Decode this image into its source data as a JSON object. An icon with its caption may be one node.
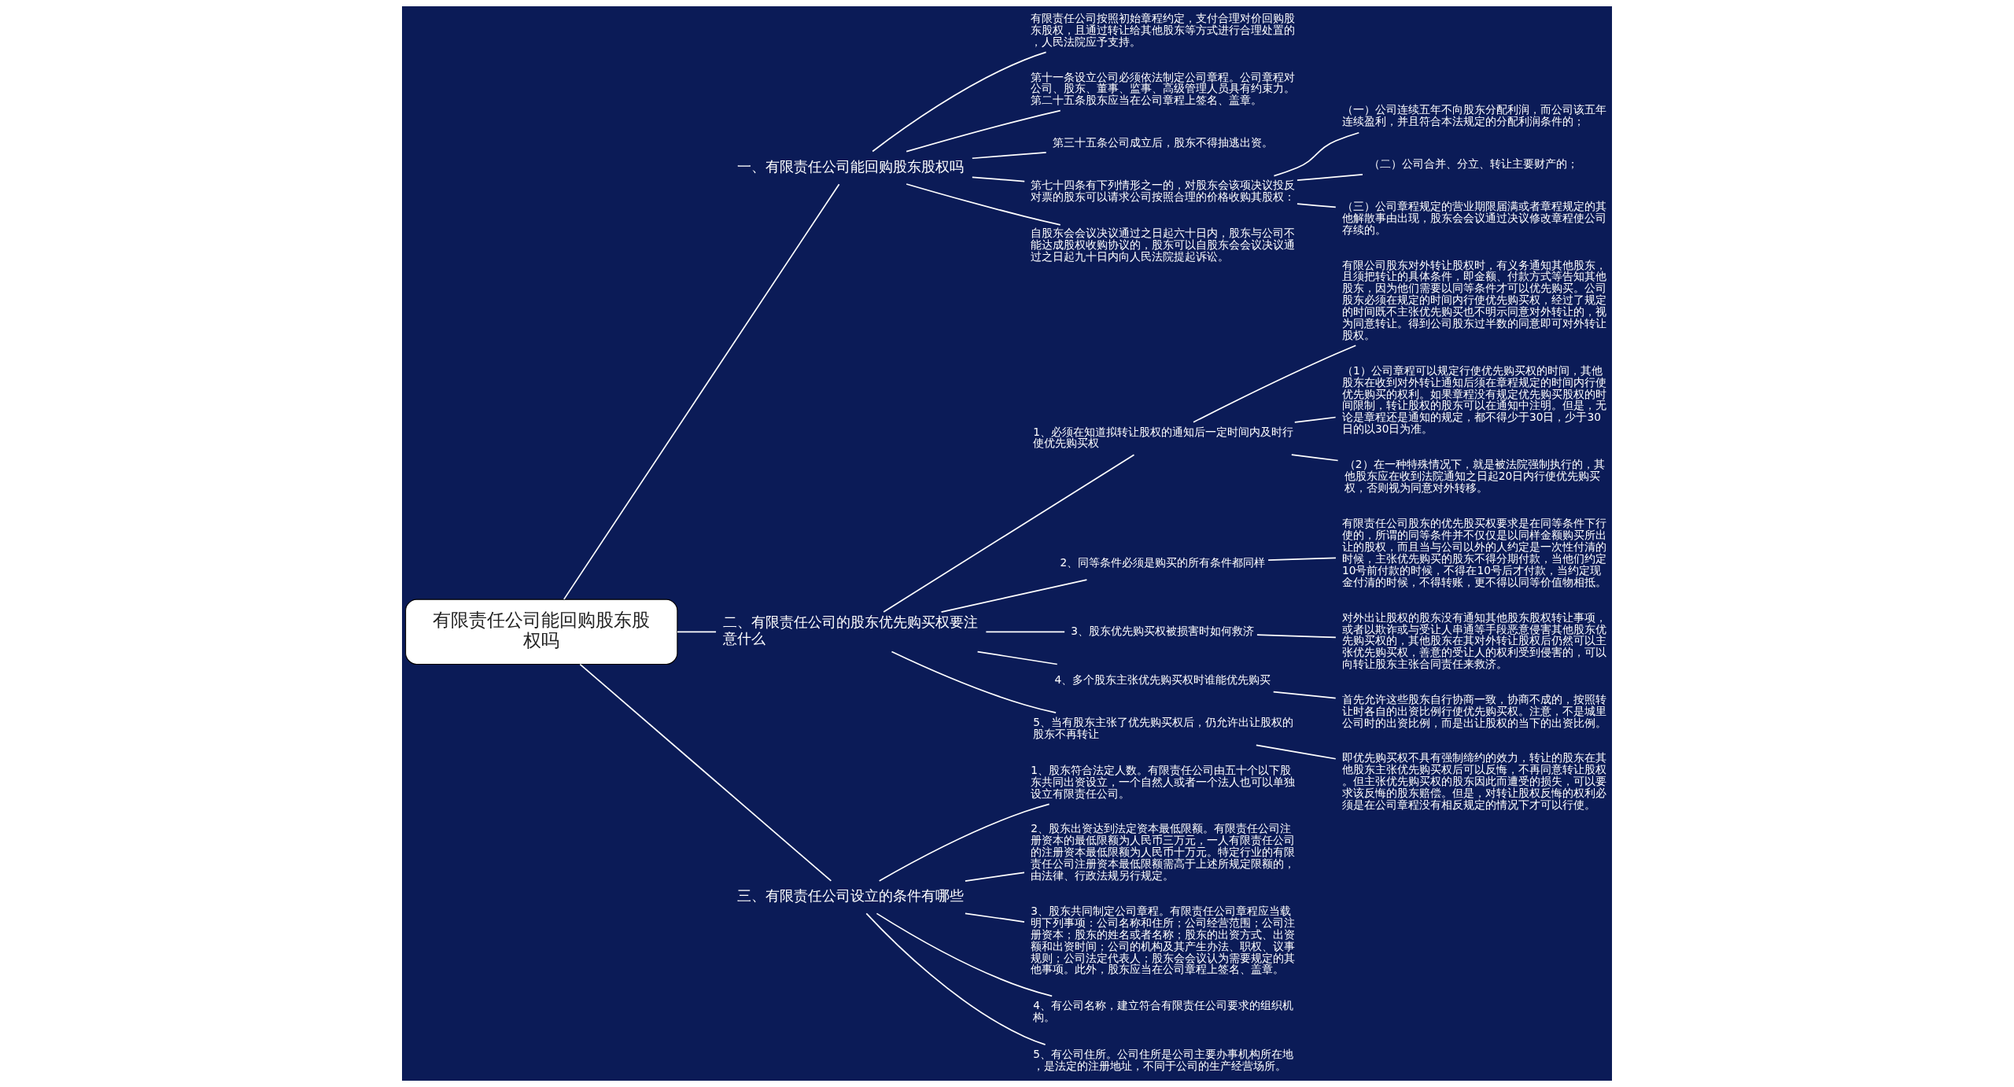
{
  "diagram": {
    "nodes": [
      {
        "text": [
          "有限责任公司能回购股东股权吗"
        ]
      },
      {
        "text": [
          "一、有限责任公司能回购股东股权吗"
        ]
      },
      {
        "text": [
          "有限责任公司按照初始章程约定，支付合理对价回购股东股权，且通过转让给其他股东等方式进行合理处置的，人民法院应予支持。"
        ]
      },
      {
        "text": [
          "第十一条设立公司必须依法制定公司章程。公司章程对公司、股东、董事、监事、高级管理人员具有约束力。第二十五条股东应当在公司章程上签名、盖章。"
        ]
      },
      {
        "text": [
          "第三十五条公司成立后，股东不得抽逃出资。"
        ]
      },
      {
        "text": [
          "第七十四条有下列情形之一的，对股东会该项决议投反对票的股东可以请求公司按照合理的价格收购其股权："
        ]
      },
      {
        "text": [
          "（一）公司连续五年不向股东分配利润，而公司该五年连续盈利，并且符合本法规定的分配利润条件的；"
        ]
      },
      {
        "text": [
          "（二）公司合并、分立、转让主要财产的；"
        ]
      },
      {
        "text": [
          "（三）公司章程规定的营业期限届满或者章程规定的其他解散事由出现，股东会会议通过决议修改章程使公司存续的。"
        ]
      },
      {
        "text": [
          "自股东会会议决议通过之日起六十日内，股东与公司不能达成股权收购协议的，股东可以自股东会会议决议通过之日起九十日内向人民法院提起诉讼。"
        ]
      },
      {
        "text": [
          "二、有限责任公司的股东优先购买权要注意什么"
        ]
      },
      {
        "text": [
          "1、必须在知道拟转让股权的通知后一定时间内及时行使优先购买权"
        ]
      },
      {
        "text": [
          "有限公司股东对外转让股权时，有义务通知其他股东，且须把转让的具体条件，即金额、付款方式等告知其他股东，因为他们需要以同等条件才可以优先购买。公司股东必须在规定的时间内行使优先购买权，经过了规定的时间既不主张优先购买也不明示同意对外转让的，视为同意转让。得到公司股东过半数的同意即可对外转让股权。"
        ]
      },
      {
        "text": [
          "（1）公司章程可以规定行使优先购买权的时间，其他股东在收到对外转让通知后须在章程规定的时间内行使优先购买的权利。如果章程没有规定优先购买股权的时间限制，转让股权的股东可以在通知中注明。但是，无论是章程还是通知的规定，都不得少于30日，少于30日的以30日为准。"
        ]
      },
      {
        "text": [
          "（2）在一种特殊情况下，就是被法院强制执行的，其他股东应在收到法院通知之日起20日内行使优先购买权，否则视为同意对外转移。"
        ]
      },
      {
        "text": [
          "2、同等条件必须是购买的所有条件都同样"
        ]
      },
      {
        "text": [
          "有限责任公司股东的优先股买权要求是在同等条件下行使的，所谓的同等条件并不仅仅是以同样金额购买所出让的股权，而且当与公司以外的人约定是一次性付清的时候，主张优先购买的股东不得分期付款，当他们约定10号前付款的时候，不得在10号后才付款，当约定现金付清的时候，不得转账，更不得以同等价值物相抵。"
        ]
      },
      {
        "text": [
          "3、股东优先购买权被损害时如何救济"
        ]
      },
      {
        "text": [
          "对外出让股权的股东没有通知其他股东股权转让事项，或者以欺诈或与受让人串通等手段恶意侵害其他股东优先购买权的，其他股东在其对外转让股权后仍然可以主张优先购买权，善意的受让人的权利受到侵害的，可以向转让股东主张合同责任来救济。"
        ]
      },
      {
        "text": [
          "4、多个股东主张优先购买权时谁能优先购买"
        ]
      },
      {
        "text": [
          "首先允许这些股东自行协商一致，协商不成的，按照转让时各自的出资比例行使优先购买权。注意，不是城里公司时的出资比例，而是出让股权的当下的出资比例。"
        ]
      },
      {
        "text": [
          "5、当有股东主张了优先购买权后，仍允许出让股权的股东不再转让"
        ]
      },
      {
        "text": [
          "即优先购买权不具有强制缔约的效力，转让的股东在其他股东主张优先购买权后可以反悔，不再同意转让股权。但主张优先购买权的股东因此而遭受的损失，可以要求该反悔的股东赔偿。但是，对转让股权反悔的权利必须是在公司章程没有相反规定的情况下才可以行使。"
        ]
      },
      {
        "text": [
          "三、有限责任公司设立的条件有哪些"
        ]
      },
      {
        "text": [
          "1、股东符合法定人数。有限责任公司由五十个以下股东共同出资设立，一个自然人或者一个法人也可以单独设立有限责任公司。"
        ]
      },
      {
        "text": [
          "2、股东出资达到法定资本最低限额。有限责任公司注册资本的最低限额为人民币三万元，一人有限责任公司的注册资本最低限额为人民币十万元。特定行业的有限责任公司注册资本最低限额需高于上述所规定限额的，由法律、行政法规另行规定。"
        ]
      },
      {
        "text": [
          "3、股东共同制定公司章程。有限责任公司章程应当载明下列事项：公司名称和住所；公司经营范围；公司注册资本；股东的姓名或者名称；股东的出资方式、出资额和出资时间；公司的机构及其产生办法、职权、议事规则；公司法定代表人；股东会会议认为需要规定的其他事项。此外，股东应当在公司章程上签名、盖章。"
        ]
      },
      {
        "text": [
          "4、有公司名称，建立符合有限责任公司要求的组织机构。"
        ]
      },
      {
        "text": [
          "5、有公司住所。公司住所是公司主要办事机构所在地，是法定的注册地址，不同于公司的生产经营场所。"
        ]
      }
    ],
    "edges": [
      {
        "from": 0,
        "to": 1,
        "arrow": "none"
      },
      {
        "from": 1,
        "to": 2,
        "arrow": "none"
      },
      {
        "from": 1,
        "to": 3,
        "arrow": "none"
      },
      {
        "from": 1,
        "to": 4,
        "arrow": "none"
      },
      {
        "from": 1,
        "to": 5,
        "arrow": "none"
      },
      {
        "from": 5,
        "to": 6,
        "arrow": "none"
      },
      {
        "from": 5,
        "to": 7,
        "arrow": "none"
      },
      {
        "from": 5,
        "to": 8,
        "arrow": "none"
      },
      {
        "from": 1,
        "to": 9,
        "arrow": "none"
      },
      {
        "from": 0,
        "to": 10,
        "arrow": "none"
      },
      {
        "from": 10,
        "to": 11,
        "arrow": "none"
      },
      {
        "from": 11,
        "to": 12,
        "arrow": "none"
      },
      {
        "from": 11,
        "to": 13,
        "arrow": "none"
      },
      {
        "from": 11,
        "to": 14,
        "arrow": "none"
      },
      {
        "from": 10,
        "to": 15,
        "arrow": "none"
      },
      {
        "from": 15,
        "to": 16,
        "arrow": "none"
      },
      {
        "from": 10,
        "to": 17,
        "arrow": "none"
      },
      {
        "from": 17,
        "to": 18,
        "arrow": "none"
      },
      {
        "from": 10,
        "to": 19,
        "arrow": "none"
      },
      {
        "from": 19,
        "to": 20,
        "arrow": "none"
      },
      {
        "from": 10,
        "to": 21,
        "arrow": "none"
      },
      {
        "from": 21,
        "to": 22,
        "arrow": "none"
      },
      {
        "from": 0,
        "to": 23,
        "arrow": "none"
      },
      {
        "from": 23,
        "to": 24,
        "arrow": "none"
      },
      {
        "from": 23,
        "to": 25,
        "arrow": "none"
      },
      {
        "from": 23,
        "to": 26,
        "arrow": "none"
      },
      {
        "from": 23,
        "to": 27,
        "arrow": "none"
      },
      {
        "from": 23,
        "to": 28,
        "arrow": "none"
      }
    ]
  }
}
